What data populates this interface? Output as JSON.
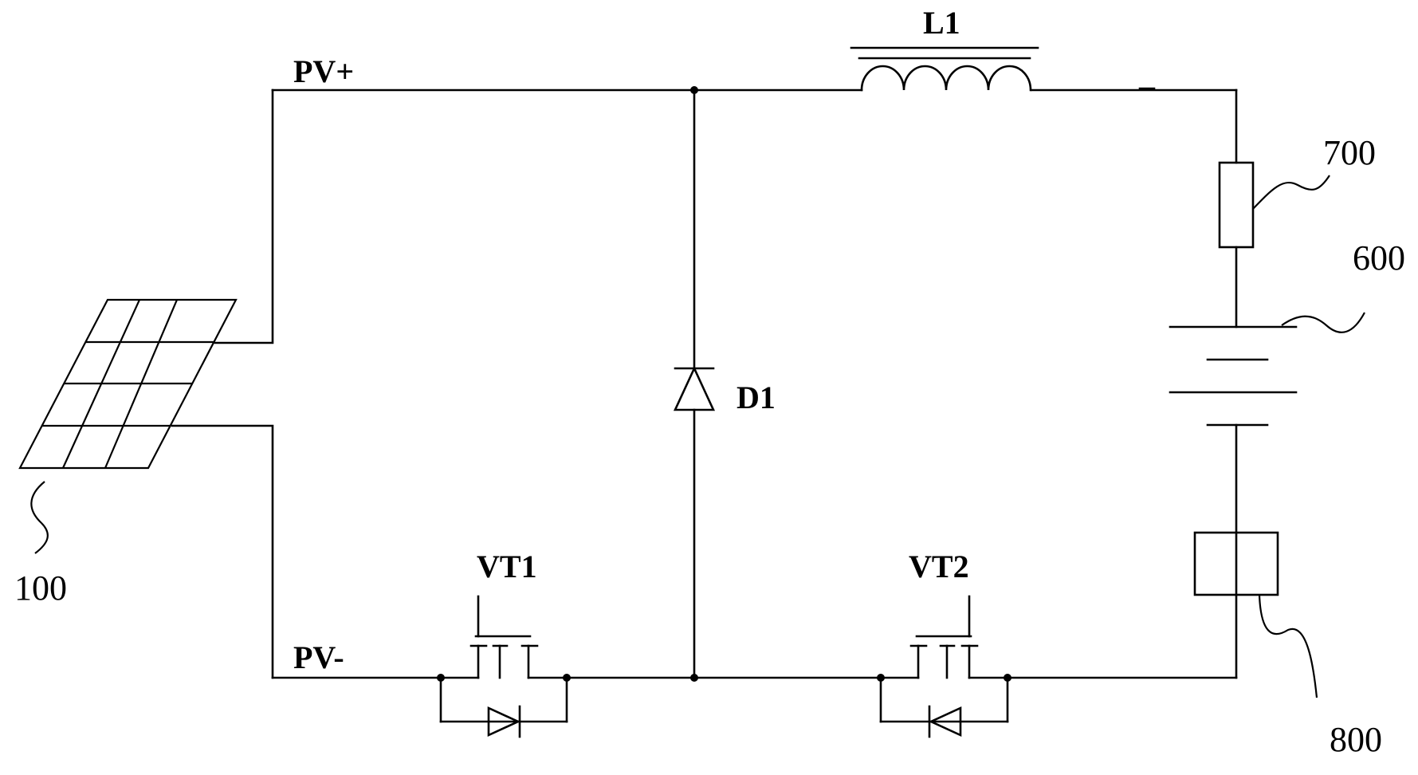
{
  "diagram": {
    "labels": {
      "pv_plus": "PV+",
      "pv_minus": "PV-",
      "inductor": "L1",
      "diode": "D1",
      "transistor1": "VT1",
      "transistor2": "VT2"
    },
    "references": {
      "solar_panel": "100",
      "fuse": "700",
      "battery": "600",
      "sensor": "800"
    }
  }
}
